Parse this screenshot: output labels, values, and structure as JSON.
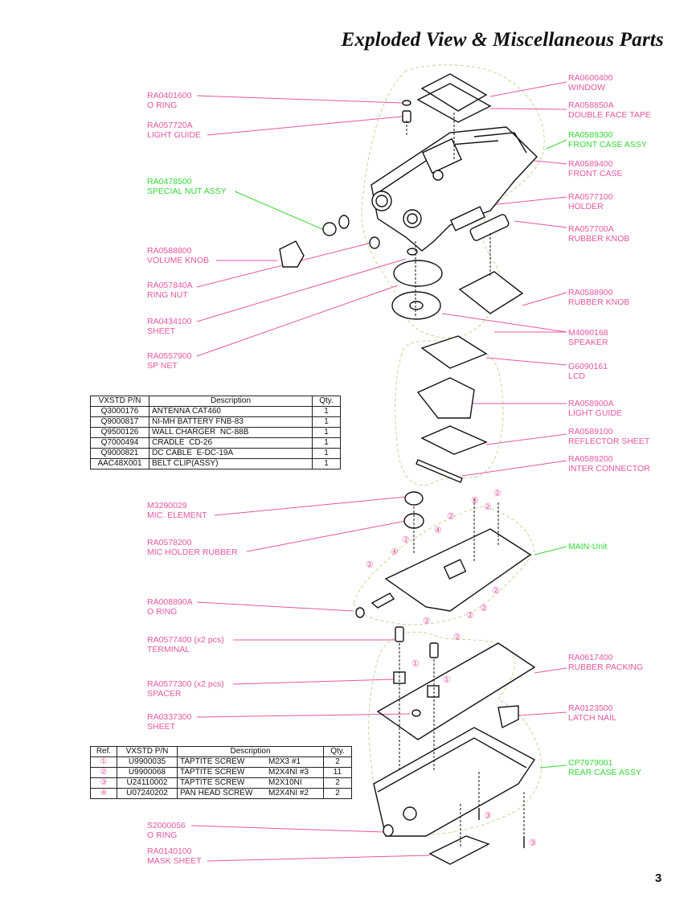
{
  "page": {
    "title": "Exploded View & Miscellaneous Parts",
    "page_number": "3"
  },
  "colors": {
    "part_label": "#e8569f",
    "assembly_label": "#34d934",
    "outline": "#c8d49a"
  },
  "labels_left": [
    {
      "pn": "RA0401600",
      "name": "O RING",
      "type": "part"
    },
    {
      "pn": "RA057720A",
      "name": "LIGHT GUIDE",
      "type": "part"
    },
    {
      "pn": "RA0478500",
      "name": "SPECIAL NUT ASSY",
      "type": "assembly"
    },
    {
      "pn": "RA0588800",
      "name": "VOLUME KNOB",
      "type": "part"
    },
    {
      "pn": "RA057840A",
      "name": "RING NUT",
      "type": "part"
    },
    {
      "pn": "RA0434100",
      "name": "SHEET",
      "type": "part"
    },
    {
      "pn": "RA0557900",
      "name": "SP NET",
      "type": "part"
    },
    {
      "pn": "M3290029",
      "name": "MIC. ELEMENT",
      "type": "part"
    },
    {
      "pn": "RA0578200",
      "name": "MIC HOLDER RUBBER",
      "type": "part"
    },
    {
      "pn": "RA008890A",
      "name": "O RING",
      "type": "part"
    },
    {
      "pn": "RA0577400 (x2 pcs)",
      "name": "TERMINAL",
      "type": "part"
    },
    {
      "pn": "RA0577300 (x2 pcs)",
      "name": "SPACER",
      "type": "part"
    },
    {
      "pn": "RA0337300",
      "name": "SHEET",
      "type": "part"
    },
    {
      "pn": "S2000056",
      "name": "O RING",
      "type": "part"
    },
    {
      "pn": "RA0140100",
      "name": "MASK SHEET",
      "type": "part"
    }
  ],
  "labels_right": [
    {
      "pn": "RA0600400",
      "name": "WINDOW",
      "type": "part"
    },
    {
      "pn": "RA058850A",
      "name": "DOUBLE FACE TAPE",
      "type": "part"
    },
    {
      "pn": "RA0589300",
      "name": "FRONT CASE ASSY",
      "type": "assembly"
    },
    {
      "pn": "RA0589400",
      "name": "FRONT CASE",
      "type": "part"
    },
    {
      "pn": "RA0577100",
      "name": "HOLDER",
      "type": "part"
    },
    {
      "pn": "RA057700A",
      "name": "RUBBER KNOB",
      "type": "part"
    },
    {
      "pn": "RA0588900",
      "name": "RUBBER KNOB",
      "type": "part"
    },
    {
      "pn": "M4090168",
      "name": "SPEAKER",
      "type": "part"
    },
    {
      "pn": "G6090161",
      "name": "LCD",
      "type": "part"
    },
    {
      "pn": "RA058900A",
      "name": "LIGHT GUIDE",
      "type": "part"
    },
    {
      "pn": "RA0589100",
      "name": "REFLECTOR SHEET",
      "type": "part"
    },
    {
      "pn": "RA0589200",
      "name": "INTER CONNECTOR",
      "type": "part"
    },
    {
      "pn": "",
      "name": "MAIN-Unit",
      "type": "assembly"
    },
    {
      "pn": "RA0617400",
      "name": "RUBBER PACKING",
      "type": "part"
    },
    {
      "pn": "RA0123500",
      "name": "LATCH NAIL",
      "type": "part"
    },
    {
      "pn": "CP7979001",
      "name": "REAR CASE ASSY",
      "type": "assembly"
    }
  ],
  "accessories_table": {
    "headers": [
      "VXSTD P/N",
      "Description",
      "Qty."
    ],
    "rows": [
      [
        "Q3000176",
        "ANTENNA CAT460",
        "1"
      ],
      [
        "Q9000817",
        "NI-MH BATTERY FNB-83",
        "1"
      ],
      [
        "Q9500126",
        "WALL CHARGER  NC-88B",
        "1"
      ],
      [
        "Q7000494",
        "CRADLE  CD-26",
        "1"
      ],
      [
        "Q9000821",
        "DC CABLE  E-DC-19A",
        "1"
      ],
      [
        "AAC48X001",
        "BELT CLIP(ASSY)",
        "1"
      ]
    ]
  },
  "screws_table": {
    "headers": [
      "Ref.",
      "VXSTD P/N",
      "Description",
      "Qty."
    ],
    "rows": [
      [
        "①",
        "U9900035",
        "TAPTITE SCREW",
        "M2X3 #1",
        "2"
      ],
      [
        "②",
        "U9900068",
        "TAPTITE SCREW",
        "M2X4NI #3",
        "11"
      ],
      [
        "③",
        "U24110002",
        "TAPTITE SCREW",
        "M2X10NI",
        "2"
      ],
      [
        "④",
        "U07240202",
        "PAN HEAD SCREW",
        "M2X4NI #2",
        "2"
      ]
    ]
  },
  "screw_callouts": {
    "one": "①",
    "two": "②",
    "three": "③",
    "four": "④"
  }
}
